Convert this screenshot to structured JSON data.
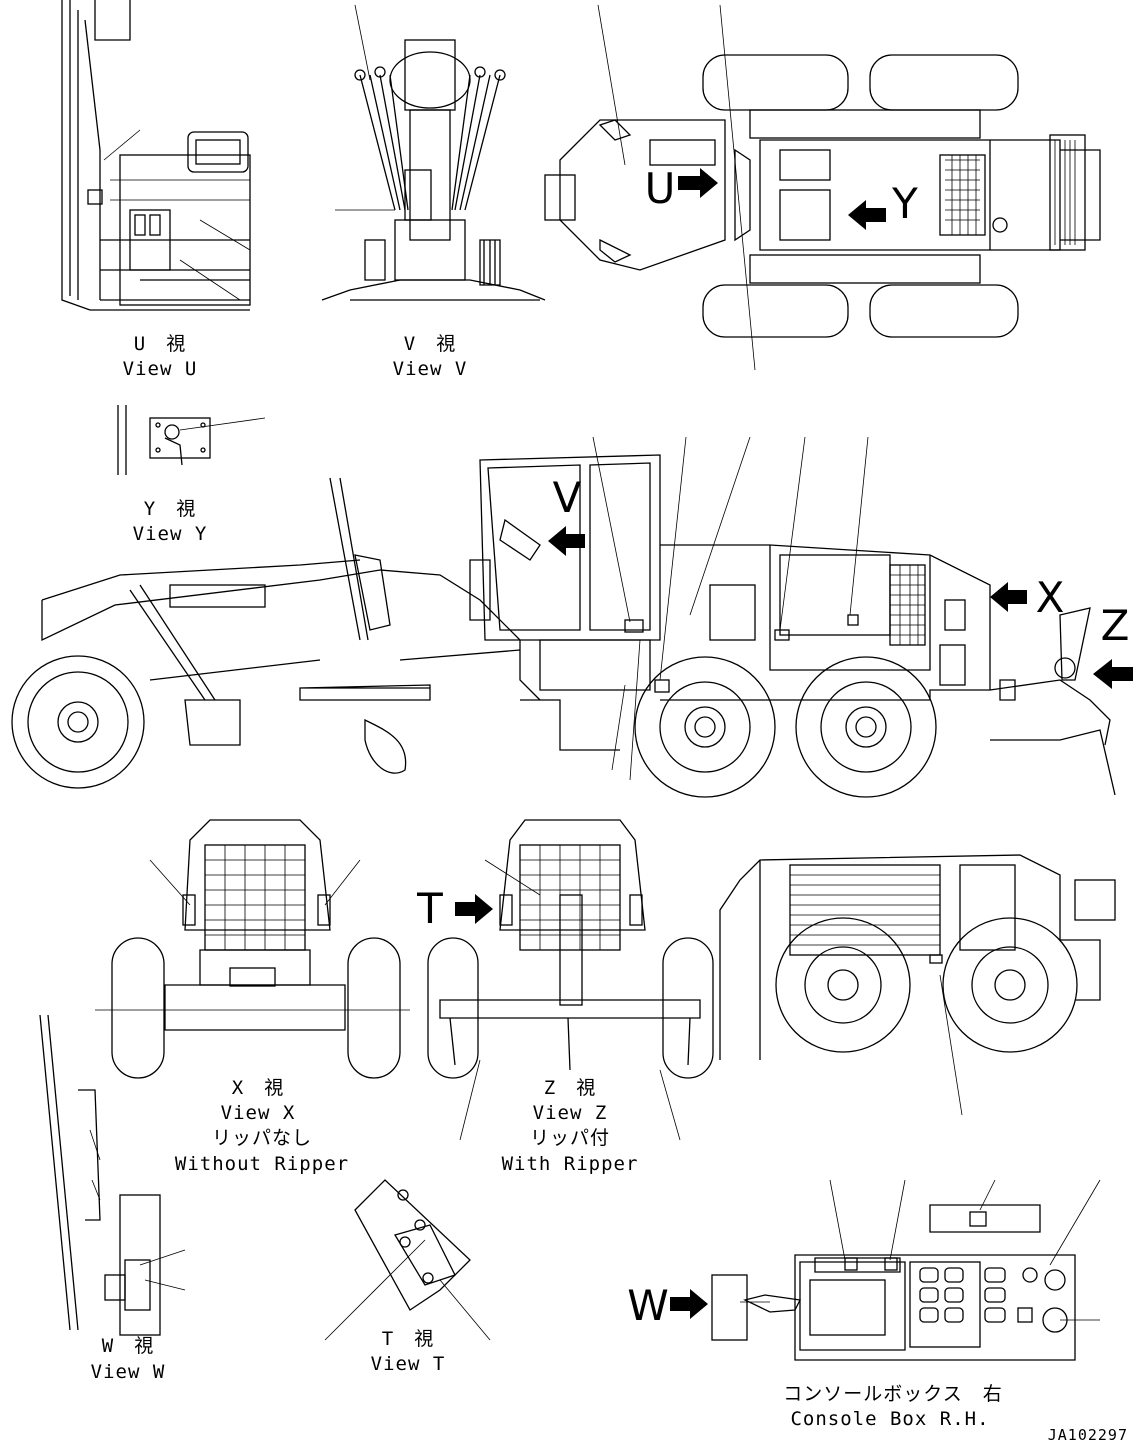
{
  "figure_code": "JA102297",
  "views": {
    "u": {
      "jp": "U　視",
      "en": "View U"
    },
    "v": {
      "jp": "V　視",
      "en": "View V"
    },
    "y": {
      "jp": "Y　視",
      "en": "View Y"
    },
    "x": {
      "jp": "X　視",
      "en": "View X",
      "jp2": "リッパなし",
      "en2": "Without Ripper"
    },
    "z": {
      "jp": "Z　視",
      "en": "View Z",
      "jp2": "リッパ付",
      "en2": "With Ripper"
    },
    "w": {
      "jp": "W　視",
      "en": "View W"
    },
    "t": {
      "jp": "T　視",
      "en": "View T"
    },
    "console": {
      "jp": "コンソールボックス　右",
      "en": "Console Box R.H."
    }
  },
  "arrow_letters": {
    "u": "U",
    "y": "Y",
    "v": "V",
    "x": "X",
    "z": "Z",
    "t": "T",
    "w": "W"
  }
}
